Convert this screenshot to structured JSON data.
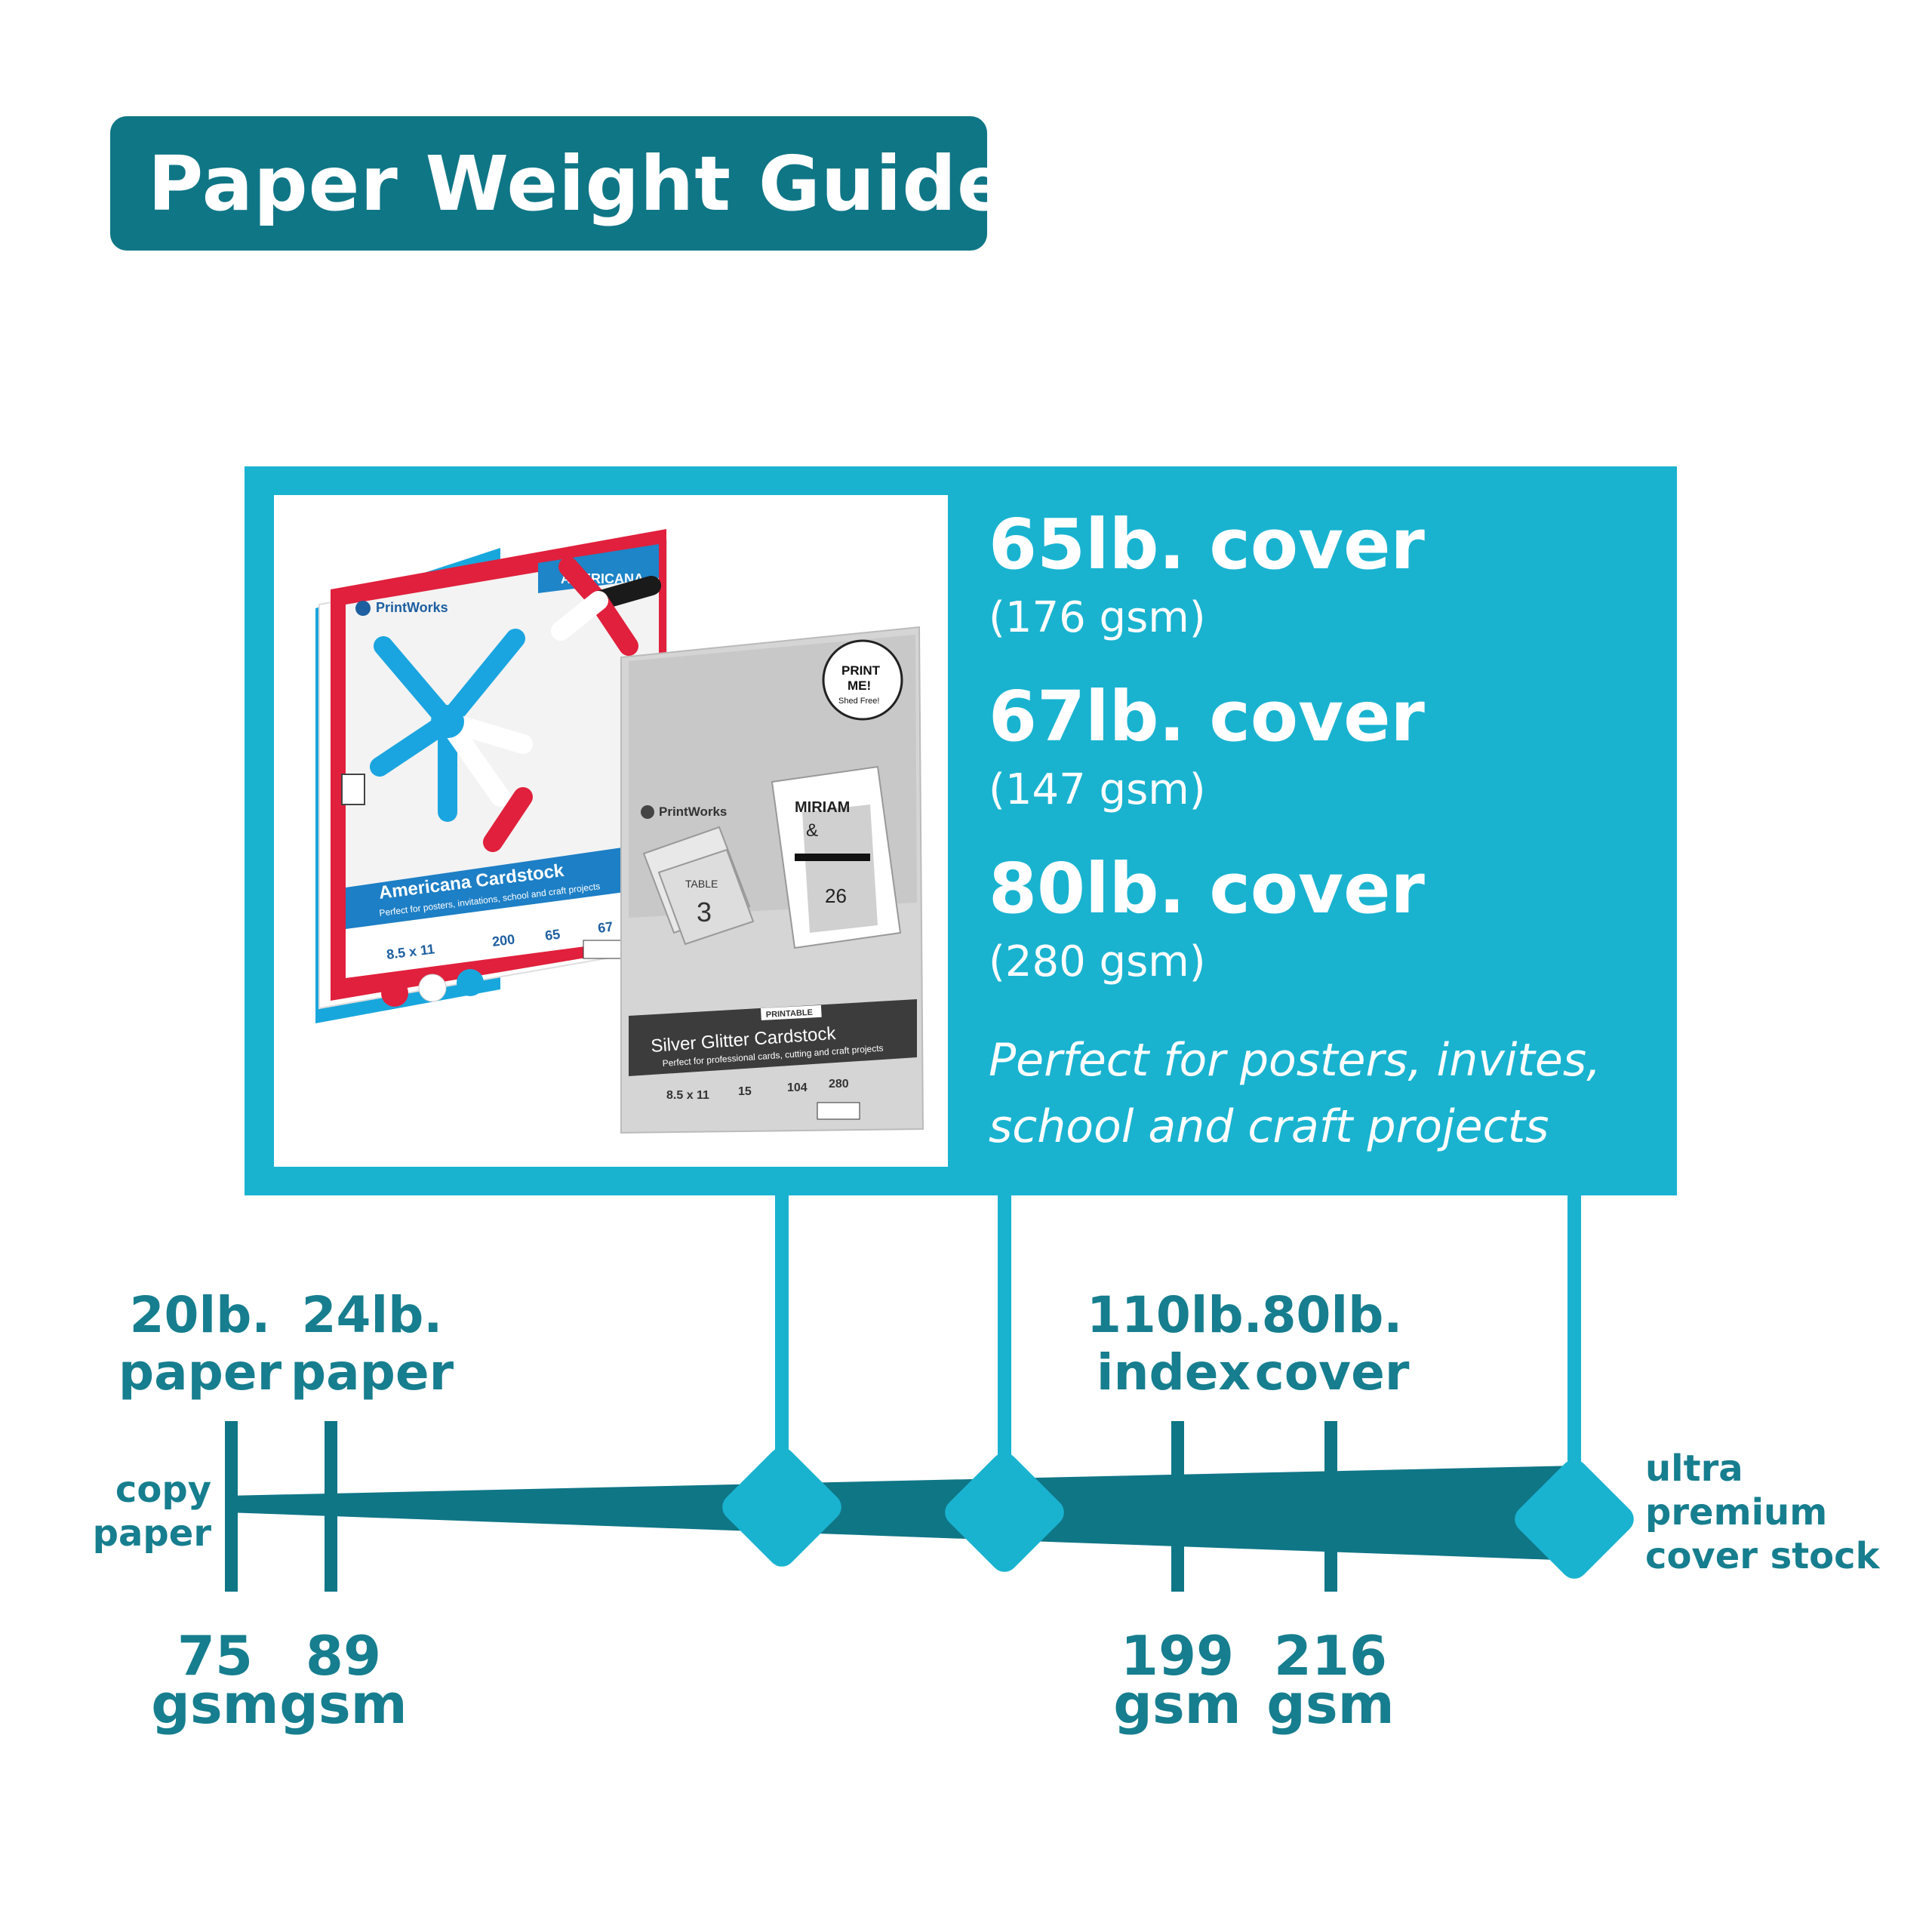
{
  "title": "Paper Weight Guide",
  "feature": {
    "items": [
      {
        "weight": "65lb. cover",
        "gsm": "(176 gsm)"
      },
      {
        "weight": "67lb. cover",
        "gsm": "(147 gsm)"
      },
      {
        "weight": "80lb. cover",
        "gsm": "(280 gsm)"
      }
    ],
    "tagline_1": "Perfect for posters, invites,",
    "tagline_2": "school and craft projects"
  },
  "products": {
    "americana": {
      "brand": "PrintWorks",
      "badge": "AMERICANA",
      "name": "Americana Cardstock",
      "desc": "Perfect for posters, invitations, school and craft projects",
      "size": "8.5 x 11",
      "count": "200",
      "weight": "65",
      "type": "67"
    },
    "silver": {
      "brand": "PrintWorks",
      "stamp_1": "PRINT",
      "stamp_2": "ME!",
      "stamp_3": "Shed Free!",
      "tag": "PRINTABLE",
      "name": "Silver Glitter Cardstock",
      "desc": "Perfect for professional cards, cutting and craft projects",
      "size": "8.5 x 11",
      "count": "15",
      "weight": "104",
      "gsm": "280",
      "card_1": "TABLE",
      "card_2": "3",
      "invite_1": "MIRIAM",
      "invite_2": "&",
      "invite_3": "26"
    }
  },
  "scale": {
    "left_end": [
      "copy",
      "paper"
    ],
    "right_end": [
      "ultra",
      "premium",
      "cover stock"
    ],
    "markers": [
      {
        "weight": "20lb.",
        "type": "paper",
        "gsm": "75",
        "unit": "gsm"
      },
      {
        "weight": "24lb.",
        "type": "paper",
        "gsm": "89",
        "unit": "gsm"
      },
      {
        "weight": "110lb.",
        "type": "index",
        "gsm": "199",
        "unit": "gsm"
      },
      {
        "weight": "80lb.",
        "type": "cover",
        "gsm": "216",
        "unit": "gsm"
      }
    ]
  },
  "colors": {
    "dark_teal": "#0f7686",
    "bright_teal": "#19b3d0",
    "label_teal": "#167e8e"
  }
}
